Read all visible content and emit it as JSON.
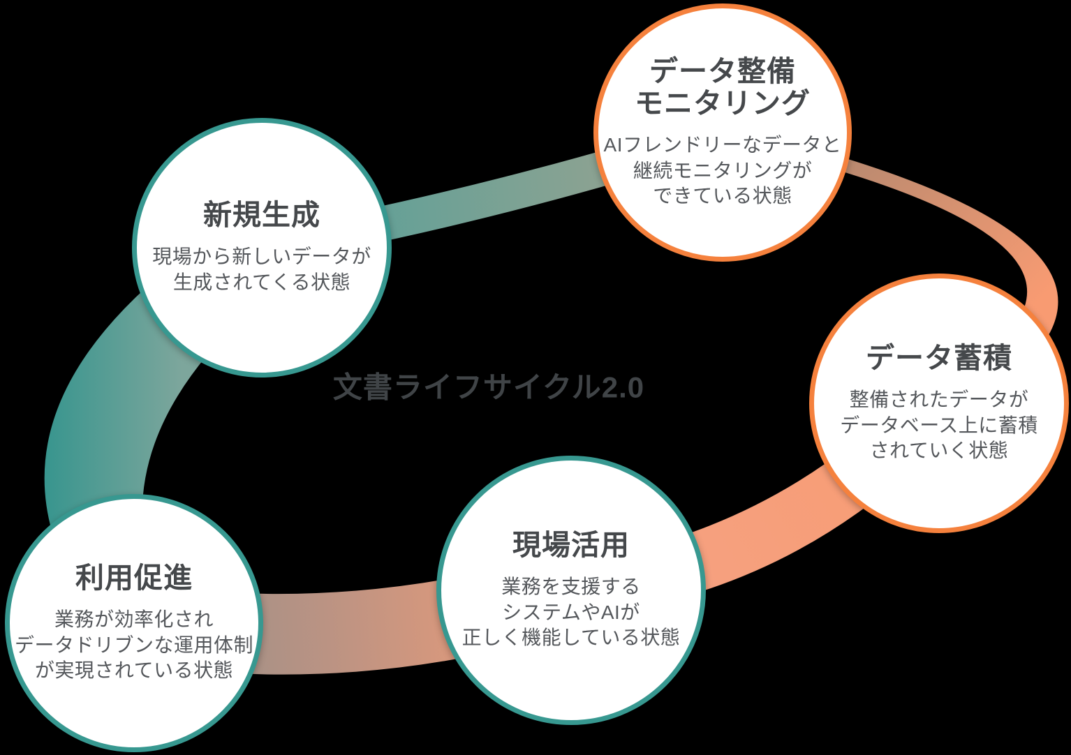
{
  "background": "#000000",
  "center_title": "文書ライフサイクル2.0",
  "colors": {
    "teal_border": "#379890",
    "orange_border": "#f5813d",
    "title_text": "#45484b",
    "body_text": "#54575b",
    "center_text": "#404447",
    "circle_fill": "#ffffff"
  },
  "ring": {
    "segments": [
      {
        "name": "left-riyo-to-shinki",
        "stops": [
          "#33948d",
          "#7da69c"
        ]
      },
      {
        "name": "top-shinki-to-seibi",
        "stops": [
          "#5ba098",
          "#9aa390"
        ]
      },
      {
        "name": "right-seibi-to-chikuseki",
        "stops": [
          "#b1876f",
          "#f89b72"
        ]
      },
      {
        "name": "bottomright-chikuseki-to-genba",
        "stops": [
          "#f89c73",
          "#f5a181"
        ]
      },
      {
        "name": "bottom-genba-to-riyo",
        "stops": [
          "#e99b79",
          "#bb9383",
          "#989089"
        ]
      }
    ]
  },
  "nodes": [
    {
      "id": "shinki-seisei",
      "accent": "#379890",
      "title_lines": [
        "新規生成"
      ],
      "body_lines": [
        "現場から新しいデータが",
        "生成されてくる状態"
      ]
    },
    {
      "id": "data-seibi-monitoring",
      "accent": "#f5813d",
      "title_lines": [
        "データ整備",
        "モニタリング"
      ],
      "body_lines": [
        "AIフレンドリーなデータと",
        "継続モニタリングが",
        "できている状態"
      ]
    },
    {
      "id": "data-chikuseki",
      "accent": "#f5813d",
      "title_lines": [
        "データ蓄積"
      ],
      "body_lines": [
        "整備されたデータが",
        "データベース上に蓄積",
        "されていく状態"
      ]
    },
    {
      "id": "genba-katsuyo",
      "accent": "#379890",
      "title_lines": [
        "現場活用"
      ],
      "body_lines": [
        "業務を支援する",
        "システムやAIが",
        "正しく機能している状態"
      ]
    },
    {
      "id": "riyo-sokushin",
      "accent": "#379890",
      "title_lines": [
        "利用促進"
      ],
      "body_lines": [
        "業務が効率化され",
        "データドリブンな運用体制",
        "が実現されている状態"
      ]
    }
  ]
}
